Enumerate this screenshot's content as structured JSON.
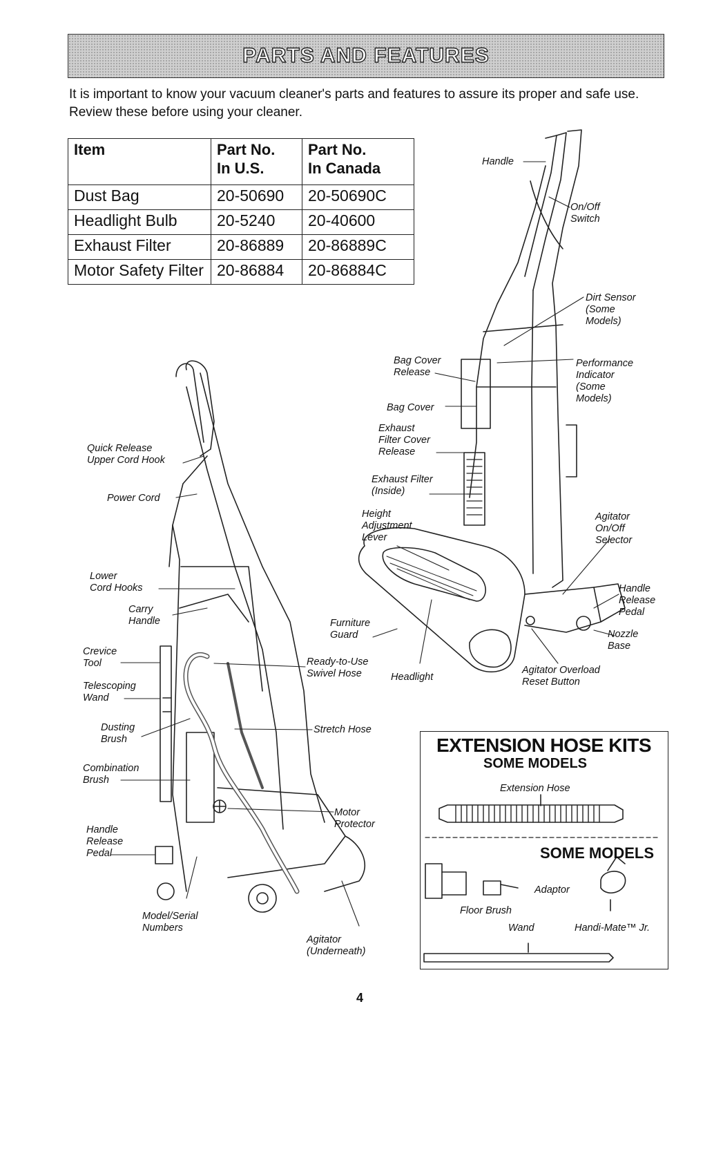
{
  "title": "PARTS AND FEATURES",
  "intro": "It is important to know your vacuum cleaner's parts and features to assure its proper and safe use. Review these before using your cleaner.",
  "table": {
    "headers": [
      "Item",
      "Part No. In U.S.",
      "Part No. In Canada"
    ],
    "rows": [
      [
        "Dust Bag",
        "20-50690",
        "20-50690C"
      ],
      [
        "Headlight Bulb",
        "20-5240",
        "20-40600"
      ],
      [
        "Exhaust Filter",
        "20-86889",
        "20-86889C"
      ],
      [
        "Motor Safety Filter",
        "20-86884",
        "20-86884C"
      ]
    ]
  },
  "labels": {
    "handle": "Handle",
    "on_off_switch": "On/Off\nSwitch",
    "dirt_sensor": "Dirt Sensor\n(Some\nModels)",
    "performance_indicator": "Performance\nIndicator\n(Some\nModels)",
    "bag_cover_release": "Bag Cover\nRelease",
    "bag_cover": "Bag Cover",
    "exhaust_filter_cover_release": "Exhaust\nFilter Cover\nRelease",
    "exhaust_filter_inside": "Exhaust Filter\n(Inside)",
    "height_adjustment_lever": "Height\nAdjustment\nLever",
    "agitator_on_off_selector": "Agitator\nOn/Off\nSelector",
    "handle_release_pedal_right": "Handle\nRelease\nPedal",
    "nozzle_base": "Nozzle\nBase",
    "agitator_overload_reset_button": "Agitator Overload\nReset Button",
    "headlight": "Headlight",
    "furniture_guard": "Furniture\nGuard",
    "quick_release_upper_cord_hook": "Quick Release\nUpper Cord Hook",
    "power_cord": "Power Cord",
    "lower_cord_hooks": "Lower\nCord Hooks",
    "carry_handle": "Carry\nHandle",
    "crevice_tool": "Crevice\nTool",
    "telescoping_wand": "Telescoping\nWand",
    "ready_to_use_swivel_hose": "Ready-to-Use\nSwivel Hose",
    "dusting_brush": "Dusting\nBrush",
    "stretch_hose": "Stretch Hose",
    "combination_brush": "Combination\nBrush",
    "motor_protector": "Motor\nProtector",
    "handle_release_pedal_left": "Handle\nRelease\nPedal",
    "model_serial_numbers": "Model/Serial\nNumbers",
    "agitator_underneath": "Agitator\n(Underneath)"
  },
  "extension_kit": {
    "title": "EXTENSION HOSE KITS",
    "subtitle": "SOME MODELS",
    "extension_hose": "Extension Hose",
    "subtitle2": "SOME MODELS",
    "adaptor": "Adaptor",
    "floor_brush": "Floor Brush",
    "wand": "Wand",
    "handi_mate": "Handi-Mate™ Jr."
  },
  "page_number": "4"
}
